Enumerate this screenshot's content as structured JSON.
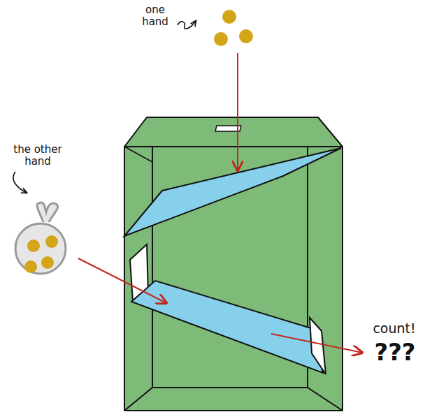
{
  "diagram": {
    "labels": [
      "one hand",
      "the other hand",
      "count!",
      "???"
    ]
  }
}
